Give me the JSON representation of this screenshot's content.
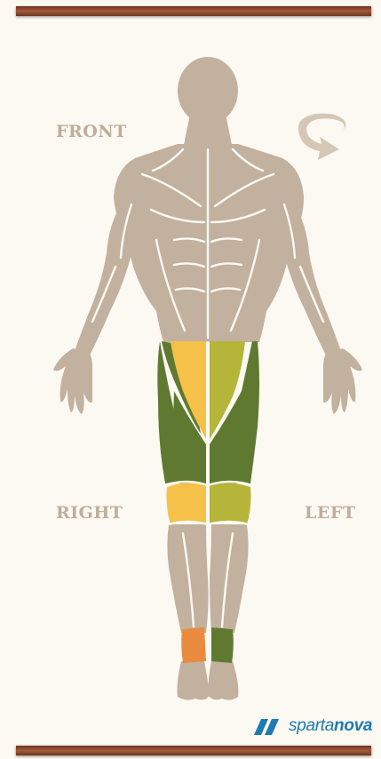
{
  "labels": {
    "front": "FRONT",
    "right": "RIGHT",
    "left": "LEFT"
  },
  "rotate_icon": "rotate-arrow-icon",
  "brand": {
    "name_part1": "sparta",
    "name_part2": "nova",
    "color": "#1e7ab3"
  },
  "colors": {
    "background": "#fbf9f2",
    "body": "#c2b19e",
    "muscle_line": "#fbf9f2",
    "label": "#c0ad9a",
    "dark_green": "#5f7a30",
    "light_green": "#b5b53a",
    "yellow": "#f6c148",
    "orange": "#ea8a3e",
    "rail": "#8b4a2e"
  },
  "highlighted_regions": [
    {
      "name": "right-inner-thigh",
      "color": "yellow"
    },
    {
      "name": "left-inner-thigh",
      "color": "light_green"
    },
    {
      "name": "right-outer-thigh",
      "color": "dark_green"
    },
    {
      "name": "left-outer-thigh",
      "color": "dark_green"
    },
    {
      "name": "right-knee",
      "color": "yellow"
    },
    {
      "name": "left-knee",
      "color": "light_green"
    },
    {
      "name": "right-ankle",
      "color": "orange"
    },
    {
      "name": "left-ankle",
      "color": "dark_green"
    }
  ]
}
